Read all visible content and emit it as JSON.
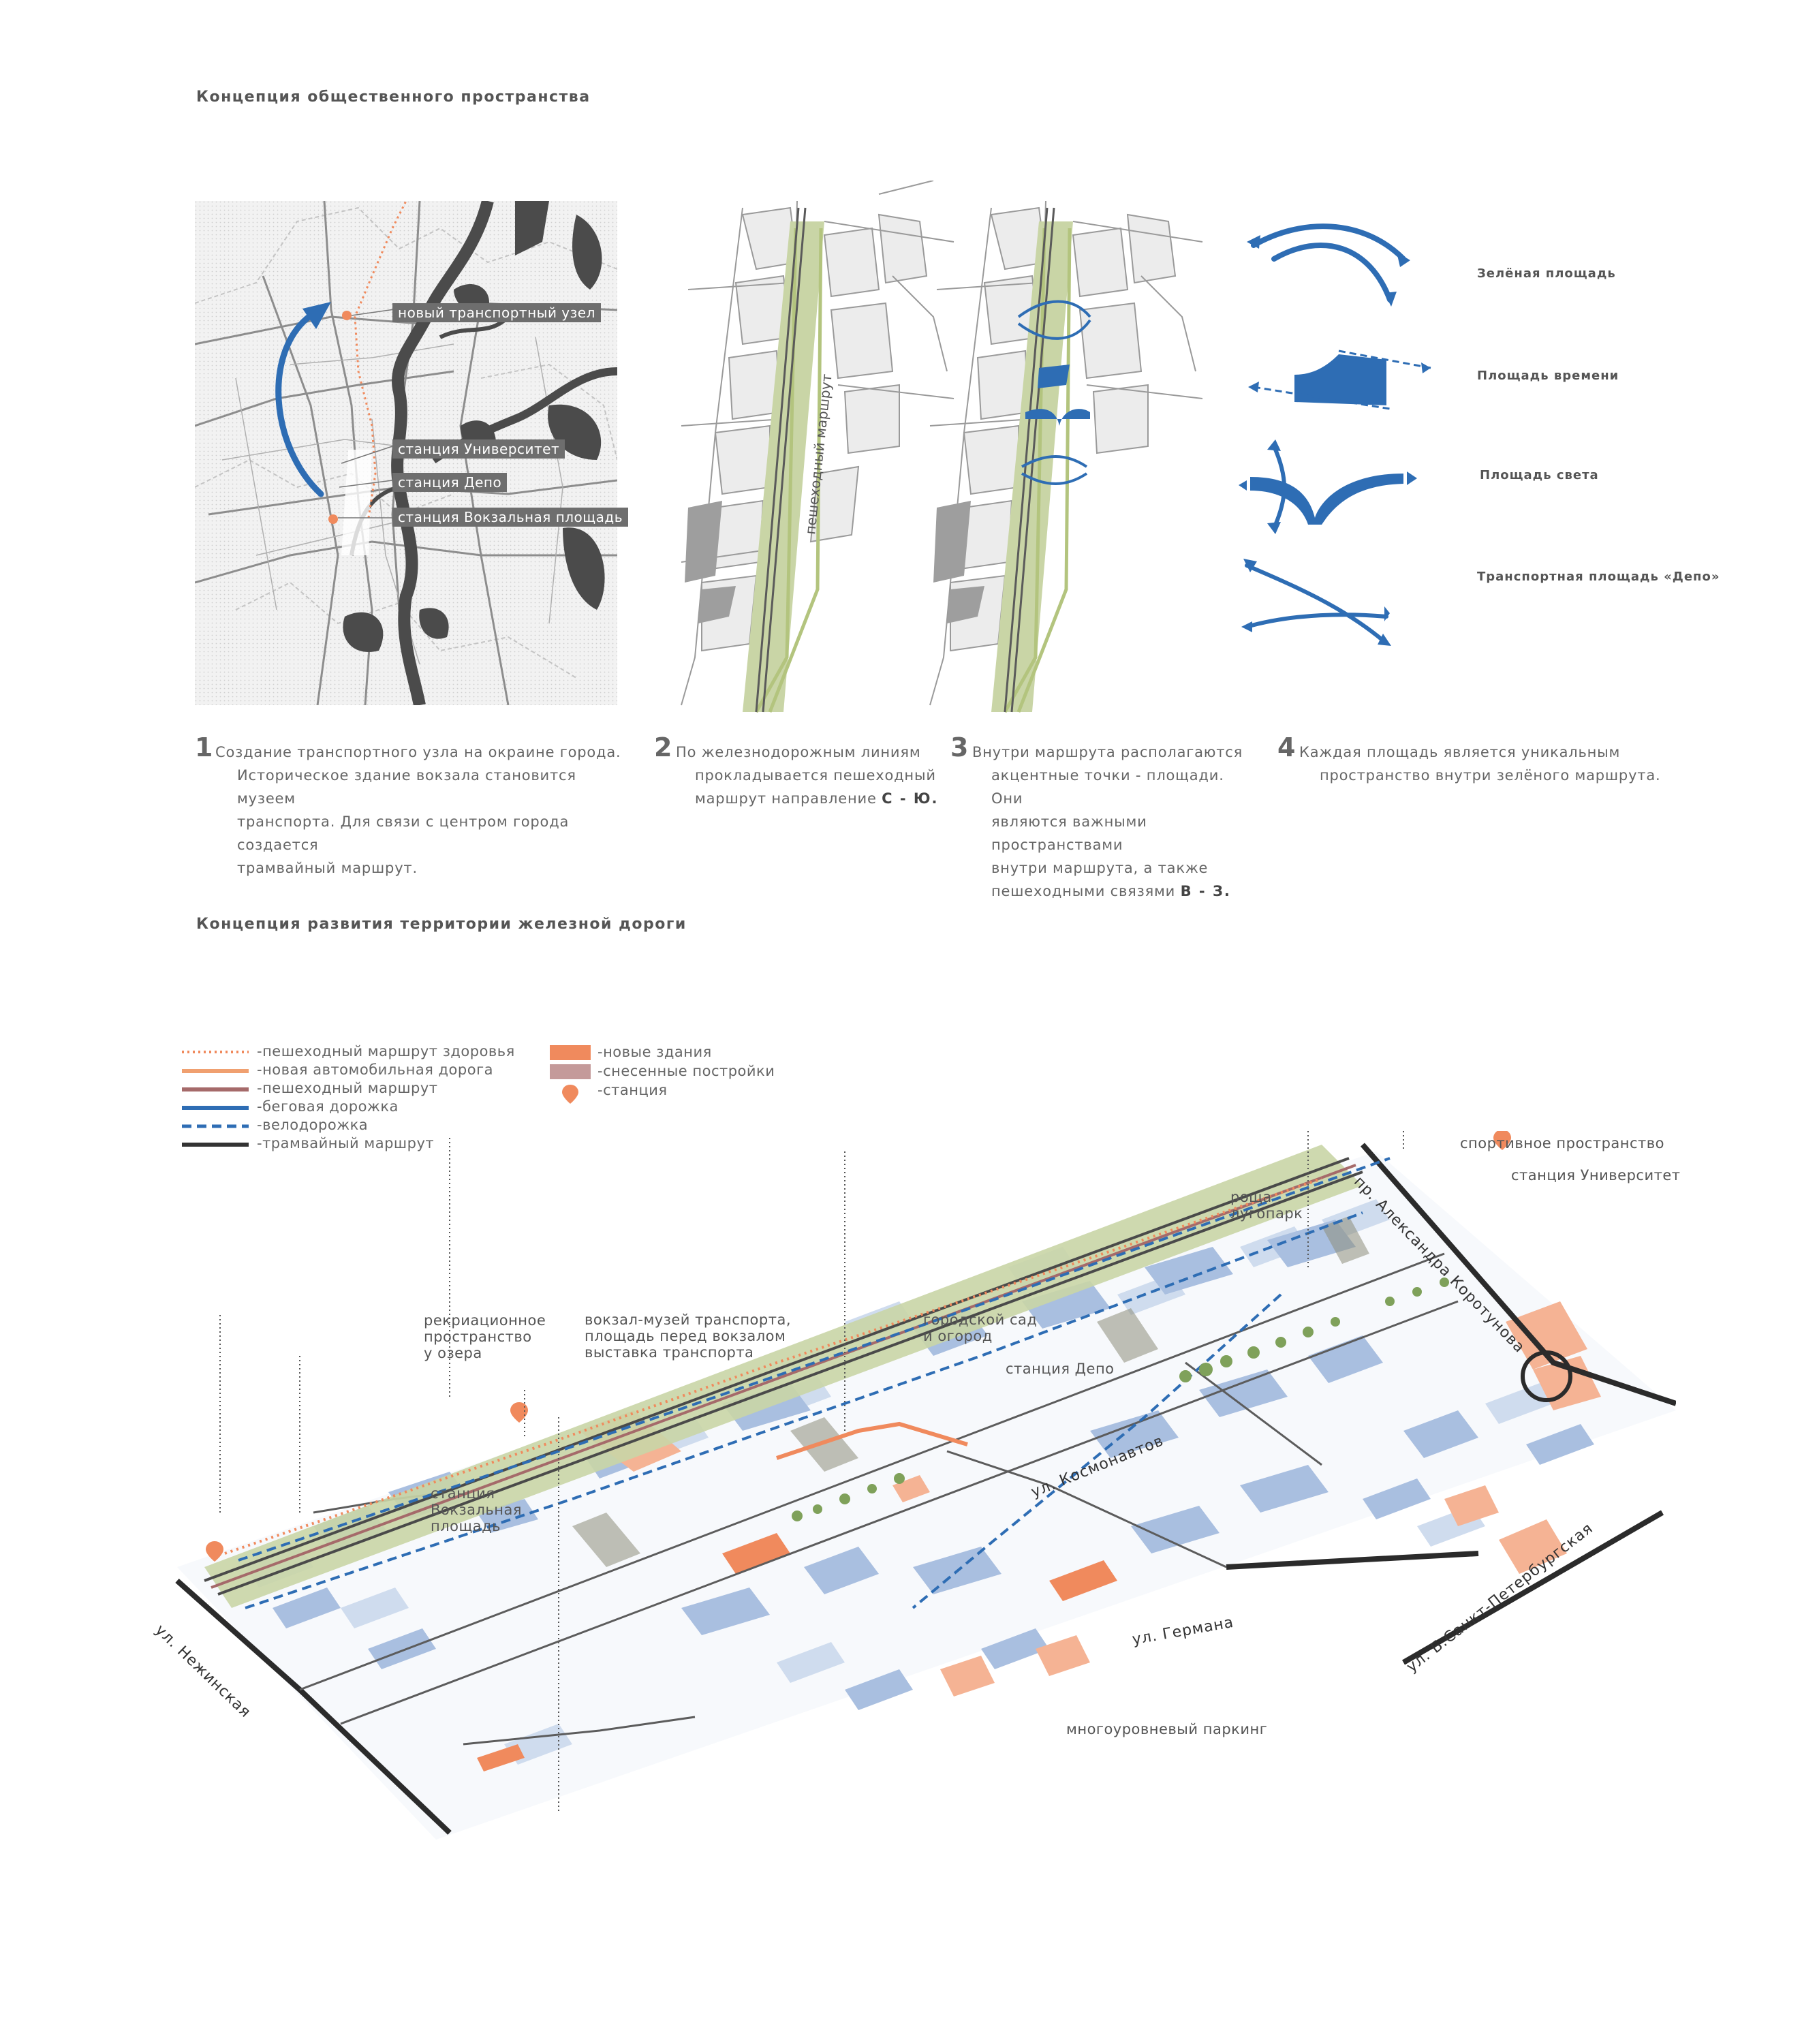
{
  "section1": {
    "title": "Концепция общественного пространства",
    "map_labels": [
      "новый транспортный узел",
      "станция Университет",
      "станция Депо",
      "станция Вокзальная площадь"
    ],
    "route_label": "пешеходный маршрут",
    "steps": [
      {
        "number": "1",
        "lines": [
          "Создание транспортного узла на окраине города.",
          "Историческое здание вокзала становится музеем",
          "транспорта. Для связи с центром города создается",
          "трамвайный маршрут."
        ]
      },
      {
        "number": "2",
        "lines": [
          "По железнодорожным линиям",
          "прокладывается пешеходный",
          "маршрут направление"
        ],
        "emphasis": "С - Ю."
      },
      {
        "number": "3",
        "lines": [
          "Внутри маршрута располагаются",
          "акцентные точки - площади. Они",
          "являются важными пространствами",
          "внутри маршрута, а также",
          "пешеходными связями"
        ],
        "emphasis": "В - З."
      },
      {
        "number": "4",
        "lines": [
          "Каждая площадь является уникальным",
          "пространство внутри зелёного маршрута."
        ]
      }
    ],
    "squares": [
      "Зелёная площадь",
      "Площадь времени",
      "Площадь света",
      "Транспортная площадь «Депо»"
    ]
  },
  "section2": {
    "title": "Концепция развития территории железной дороги",
    "legend_left": [
      {
        "label": "-пешеходный маршрут здоровья",
        "color": "#f08a5d",
        "style": "dotted"
      },
      {
        "label": "-новая автомобильная дорога",
        "color": "#f0a070",
        "style": "solid"
      },
      {
        "label": "-пешеходный маршрут",
        "color": "#a56a6a",
        "style": "solid"
      },
      {
        "label": "-беговая дорожка",
        "color": "#2e6db4",
        "style": "solid"
      },
      {
        "label": "-велодорожка",
        "color": "#2e6db4",
        "style": "dashed"
      },
      {
        "label": "-трамвайный маршрут",
        "color": "#333333",
        "style": "solid"
      }
    ],
    "legend_right": [
      {
        "label": "-новые здания",
        "color": "#f08a5d",
        "type": "rect"
      },
      {
        "label": "-снесенные постройки",
        "color": "#c49a9a",
        "type": "rect"
      },
      {
        "label": "-станция",
        "color": "#f08a5d",
        "type": "pin"
      }
    ],
    "callouts": {
      "sport": "спортивное пространство",
      "univ": "станция Университет",
      "grove": [
        "роща",
        "лугопарк"
      ],
      "lake": [
        "рекриационное",
        "пространство",
        "у озера"
      ],
      "museum": [
        "вокзал-музей транспорта,",
        "площадь перед вокзалом",
        "выставка транспорта"
      ],
      "garden": [
        "городской сад",
        "и огород"
      ],
      "depo": "станция Депо",
      "vokzal": [
        "станция",
        "Вокзальная",
        "площадь"
      ],
      "parking": "многоуровневый паркинг"
    },
    "streets": {
      "nezh": "ул. Нежинская",
      "kosm": "ул. Космонавтов",
      "germ": "ул. Германа",
      "korot": "пр. Александра Коротунова",
      "spb": "ул. Б.Санкт-Петербургская"
    }
  },
  "colors": {
    "accent_blue": "#2e6db4",
    "orange": "#f08a5d",
    "green": "#c9d5a6",
    "building_blue": "#a9bfe0",
    "dark": "#444444"
  }
}
